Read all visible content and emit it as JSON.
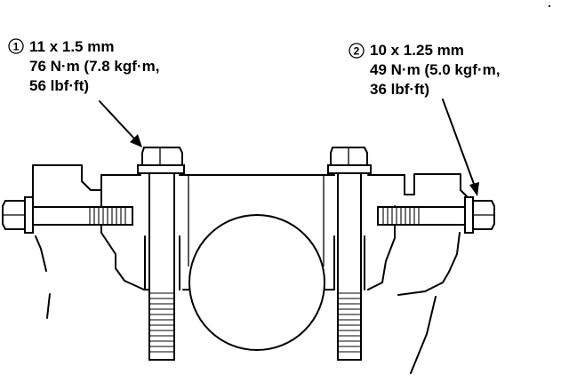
{
  "callouts": [
    {
      "number": "1",
      "lines": [
        "11 x 1.5 mm",
        "76 N·m (7.8 kgf·m,",
        "56 lbf·ft)"
      ]
    },
    {
      "number": "2",
      "lines": [
        "10 x 1.25 mm",
        "49 N·m (5.0 kgf·m,",
        "36 lbf·ft)"
      ]
    }
  ],
  "colors": {
    "ink": "#000000",
    "paper": "#ffffff"
  }
}
